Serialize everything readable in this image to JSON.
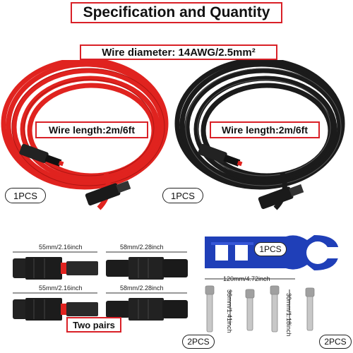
{
  "title": "Specification and Quantity",
  "wire_diameter": "Wire diameter: 14AWG/2.5mm²",
  "red_cable": {
    "length_label": "Wire length:2m/6ft",
    "qty": "1PCS",
    "color": "#e0231f"
  },
  "black_cable": {
    "length_label": "Wire length:2m/6ft",
    "qty": "1PCS",
    "color": "#1b1b1b"
  },
  "connectors": {
    "male_dim": "55mm/2.16inch",
    "female_dim": "58mm/2.28inch",
    "pairs_label": "Two pairs"
  },
  "wrench": {
    "qty": "1PCS",
    "dim": "120mm/4.72inch",
    "color": "#1f3fb8"
  },
  "pins": {
    "left_dim": "36mm/1.41inch",
    "right_dim": "30mm/1.18inch",
    "left_qty": "2PCS",
    "right_qty": "2PCS"
  }
}
